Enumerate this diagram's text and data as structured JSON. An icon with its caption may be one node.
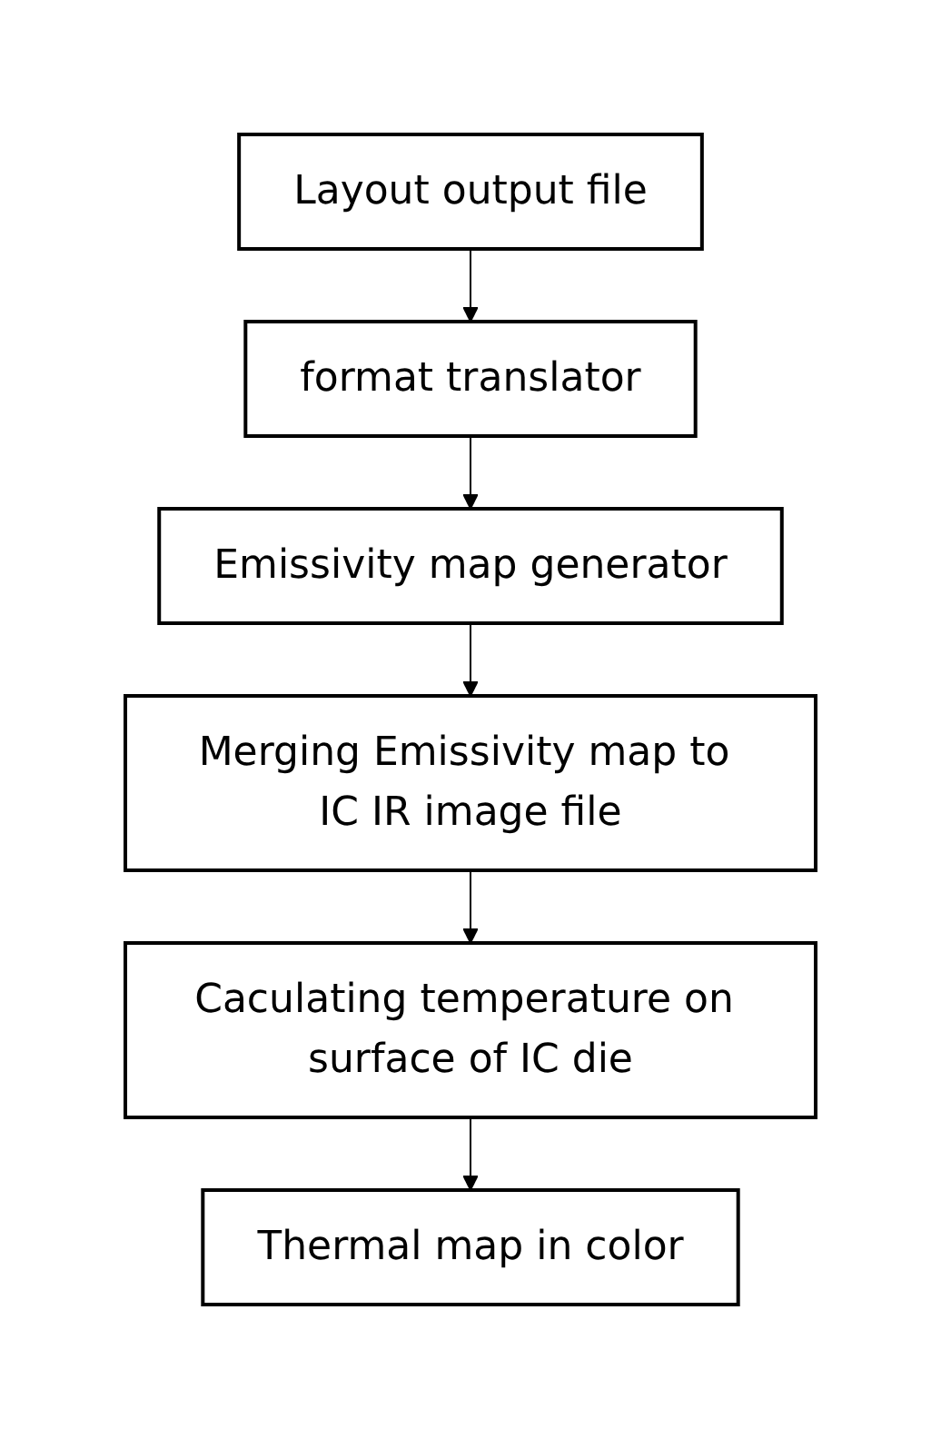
{
  "diagram": {
    "nodes": [
      {
        "text": [
          "Layout output file"
        ]
      },
      {
        "text": [
          "format translator"
        ]
      },
      {
        "text": [
          "Emissivity map generator"
        ]
      },
      {
        "text": [
          "Merging Emissivity map to IC IR image file"
        ]
      },
      {
        "text": [
          "Caculating temperature on surface of IC die"
        ]
      },
      {
        "text": [
          "Thermal map in color"
        ]
      }
    ],
    "edges": [
      {
        "from": 0,
        "to": 1,
        "arrow": "to"
      },
      {
        "from": 1,
        "to": 2,
        "arrow": "to"
      },
      {
        "from": 2,
        "to": 3,
        "arrow": "to"
      },
      {
        "from": 3,
        "to": 4,
        "arrow": "to"
      },
      {
        "from": 4,
        "to": 5,
        "arrow": "to"
      }
    ]
  }
}
